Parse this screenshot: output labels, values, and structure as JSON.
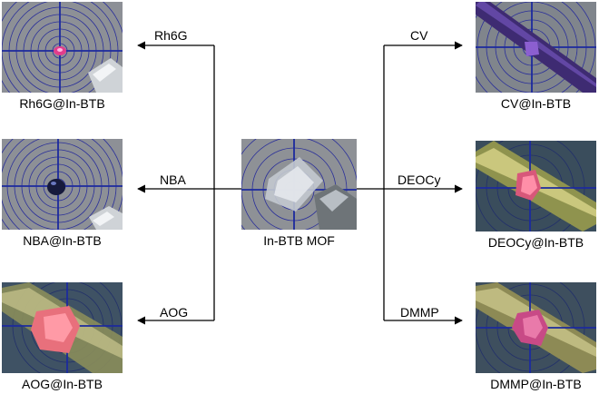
{
  "center": {
    "caption": "In-BTB MOF"
  },
  "left": [
    {
      "arrow_label": "Rh6G",
      "caption": "Rh6G@In-BTB"
    },
    {
      "arrow_label": "NBA",
      "caption": "NBA@In-BTB"
    },
    {
      "arrow_label": "AOG",
      "caption": "AOG@In-BTB"
    }
  ],
  "right": [
    {
      "arrow_label": "CV",
      "caption": "CV@In-BTB"
    },
    {
      "arrow_label": "DEOCy",
      "caption": "DEOCy@In-BTB"
    },
    {
      "arrow_label": "DMMP",
      "caption": "DMMP@In-BTB"
    }
  ]
}
